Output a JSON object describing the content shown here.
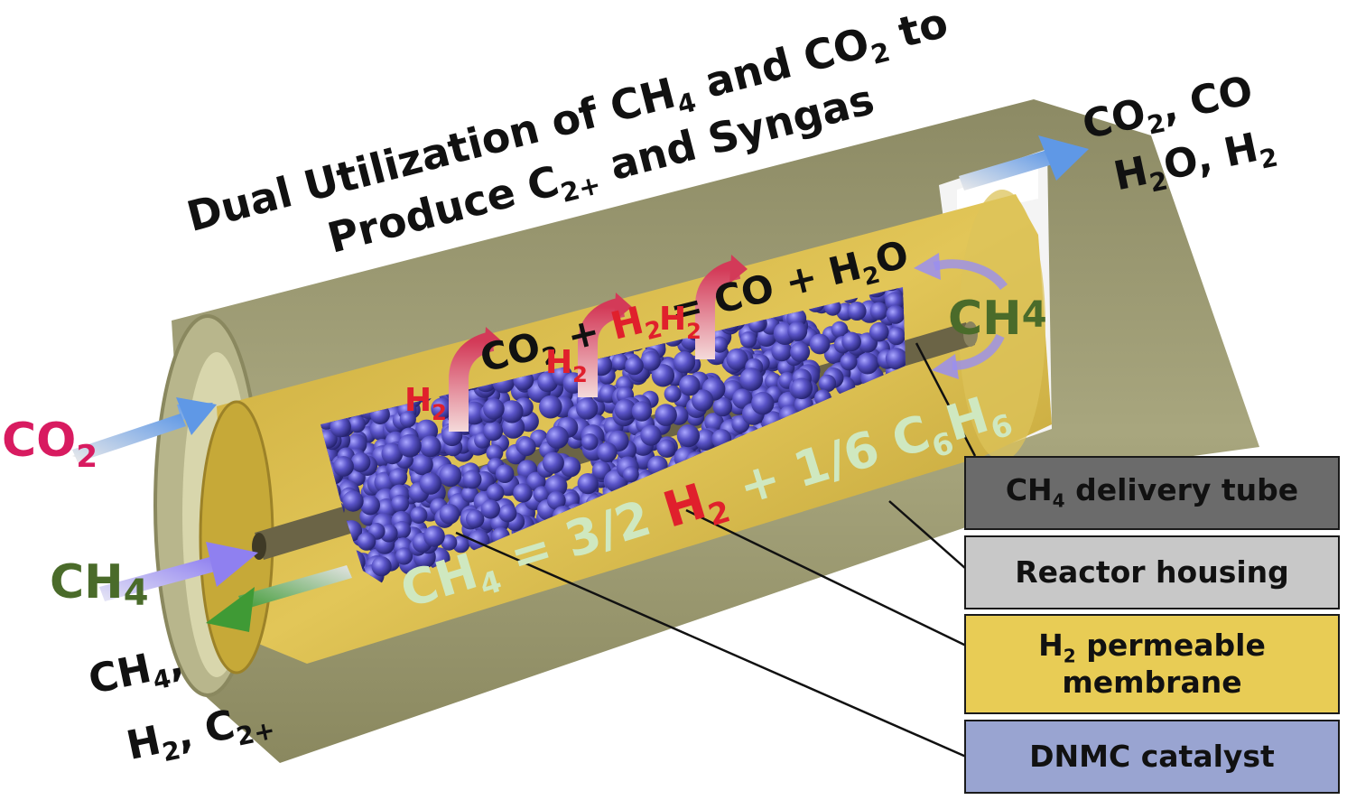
{
  "title": {
    "line1": {
      "a": "Dual Utilization of CH",
      "sub1": "4",
      "b": " and CO",
      "sub2": "2",
      "c": " to"
    },
    "line2": {
      "a": "Produce C",
      "sub1": "2+",
      "b": " and Syngas"
    }
  },
  "reactions": {
    "membrane_side": {
      "a": "CO",
      "s1": "2",
      "b": " + ",
      "h": "H",
      "s2": "2",
      "c": " = CO + H",
      "s3": "2",
      "d": "O"
    },
    "catalyst_side": {
      "a": "CH",
      "s1": "4",
      "b": " = 3/2 ",
      "h": "H",
      "s2": "2",
      "c": " + 1/6 C",
      "s3": "6",
      "d": "H",
      "s4": "6"
    }
  },
  "permeation_labels": [
    {
      "main": "H",
      "sub": "2"
    },
    {
      "main": "H",
      "sub": "2"
    },
    {
      "main": "H",
      "sub": "2"
    }
  ],
  "streams": {
    "co2_inlet": {
      "main": "CO",
      "sub": "2"
    },
    "ch4_inlet": {
      "main": "CH",
      "sub": "4"
    },
    "ch4_recirculation": {
      "main": "CH",
      "sub": "4"
    },
    "outlet_top": {
      "l1a": "CO",
      "l1s": "2",
      "l1b": ", CO",
      "l2a": "H",
      "l2s": "2",
      "l2b": "O, H",
      "l2s2": "2"
    },
    "outlet_bottom": {
      "l1a": "CH",
      "l1s": "4",
      "l1b": ",",
      "l2a": "H",
      "l2s": "2",
      "l2b": ", C",
      "l2s2": "2+"
    }
  },
  "legend": {
    "delivery_tube": {
      "a": "CH",
      "sub": "4",
      "b": " delivery tube"
    },
    "reactor_housing": "Reactor housing",
    "membrane": {
      "l1a": "H",
      "l1s": "2",
      "l1b": " permeable",
      "l2": "membrane"
    },
    "catalyst": "DNMC catalyst"
  },
  "colors": {
    "housing": "#9c9a73",
    "housing_inner": "#c8c59c",
    "membrane": "#d1b343",
    "catalyst": "#5a54c8",
    "delivery_tube": "#6b6446",
    "h2_red": "#e0202c",
    "co2_magenta": "#d81b60",
    "ch4_green": "#4a6b2a",
    "reaction_text": "#cfe8c0",
    "blue_arrow": "#6fa0e0",
    "purple_arrow": "#9a8ef0",
    "green_arrow": "#4c9f3c"
  }
}
